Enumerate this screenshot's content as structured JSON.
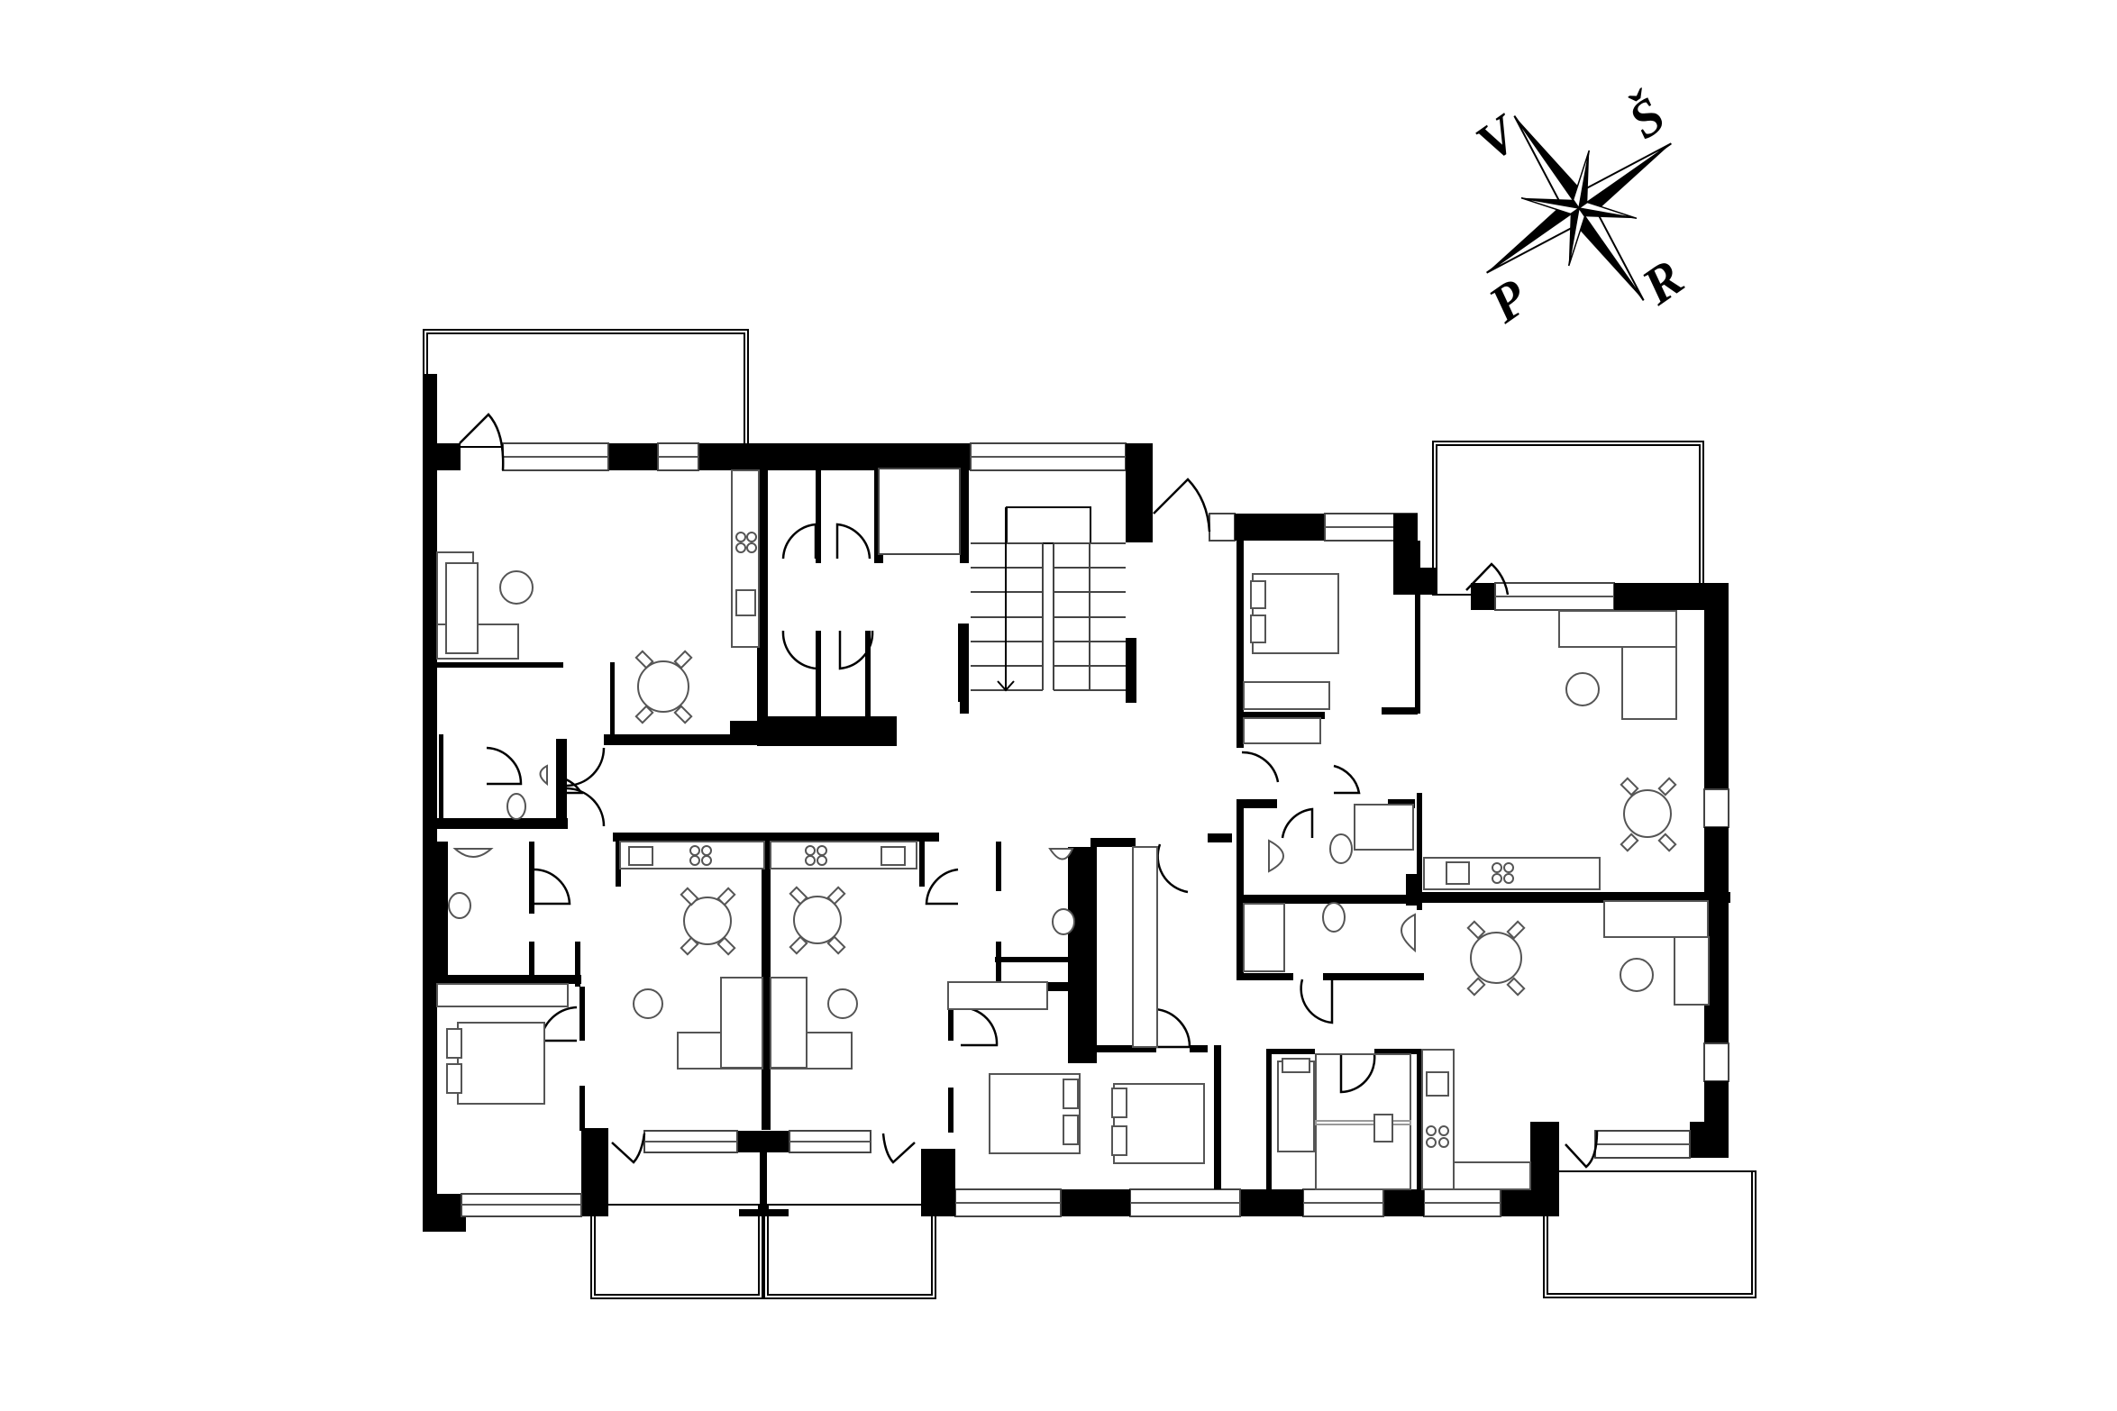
{
  "diagram": {
    "type": "architectural-floor-plan",
    "description": "Residential floor plan with five apartments around a central stair core",
    "background": "#ffffff",
    "line_color": "#000000"
  },
  "compass": {
    "north": "Š",
    "west": "V",
    "south": "P",
    "east": "R",
    "rotation_deg": -35
  },
  "elements": {
    "stair_arrow": "down-arrow",
    "apartments": [
      {
        "id": "apt-nw",
        "rooms": [
          "living-kitchen",
          "bathroom",
          "balcony"
        ]
      },
      {
        "id": "apt-sw",
        "rooms": [
          "living-kitchen",
          "bedroom",
          "bathroom",
          "balcony"
        ]
      },
      {
        "id": "apt-s-center",
        "rooms": [
          "living-kitchen",
          "bedroom",
          "bathroom",
          "balcony"
        ]
      },
      {
        "id": "apt-ne",
        "rooms": [
          "living-kitchen",
          "bedroom",
          "bathroom",
          "balcony"
        ]
      },
      {
        "id": "apt-se",
        "rooms": [
          "living-kitchen",
          "bedroom",
          "bedroom",
          "bathroom",
          "balcony"
        ]
      }
    ],
    "core": [
      "staircase",
      "corridor",
      "storage-cells"
    ]
  }
}
